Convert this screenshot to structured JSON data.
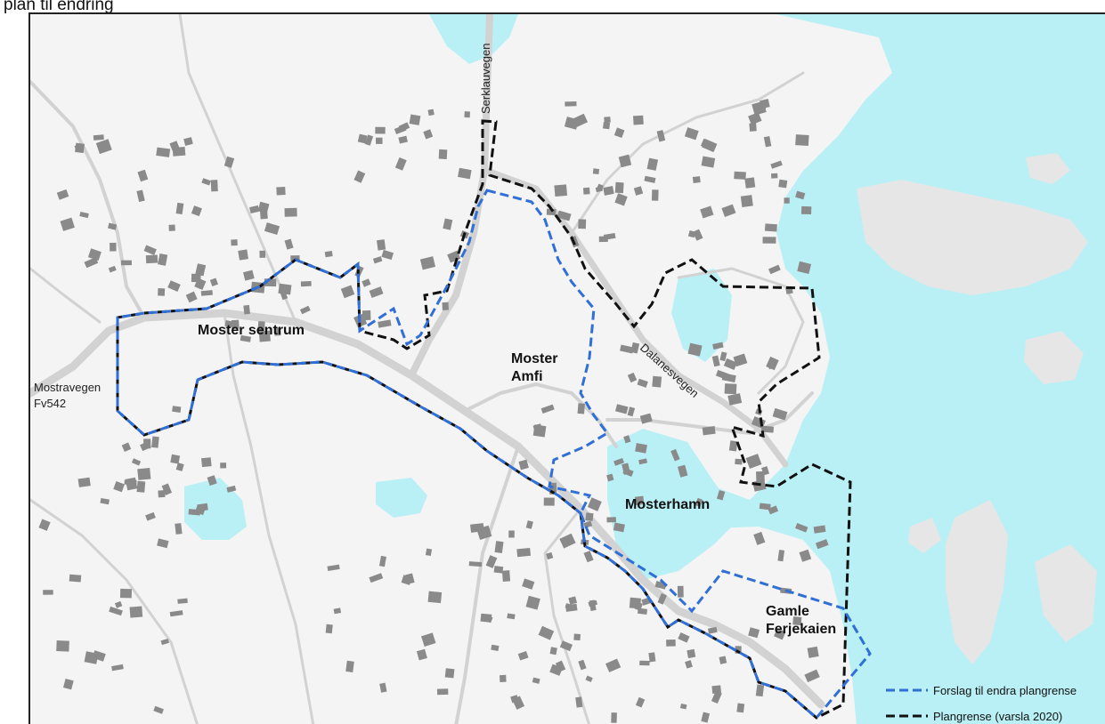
{
  "caption": "plan til endring",
  "labels": {
    "moster_sentrum": "Moster sentrum",
    "moster_amfi_line1": "Moster",
    "moster_amfi_line2": "Amfi",
    "mosterhamn": "Mosterhamn",
    "gamle_ferjekaien_line1": "Gamle",
    "gamle_ferjekaien_line2": "Ferjekaien",
    "mostravegen_line1": "Mostravegen",
    "mostravegen_line2": "Fv542",
    "serklauvegen": "Serklauvegen",
    "dalanesvegen": "Dalanesvegen"
  },
  "legend": {
    "blue_label": "Forslag til endra plangrense",
    "black_label": "Plangrense (varsla 2020)"
  },
  "colors": {
    "water": "#b9f0f5",
    "land": "#f4f4f4",
    "road": "#d2d2d2",
    "building": "#8a8a8a",
    "blue_boundary": "#2f6fd6",
    "black_boundary": "#111111"
  }
}
